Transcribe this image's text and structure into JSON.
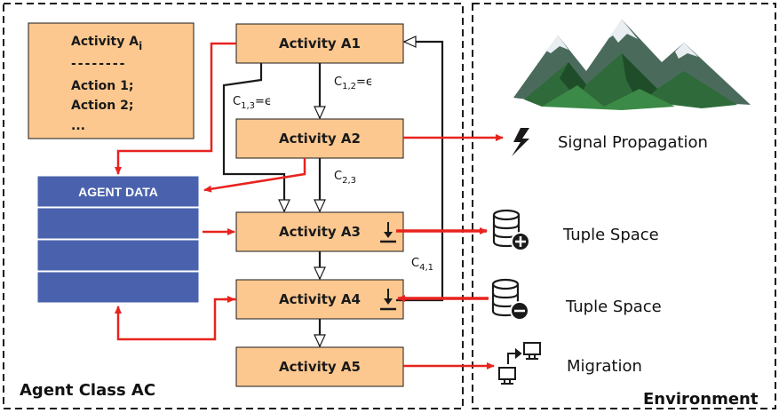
{
  "frames": {
    "agent_class": "Agent Class AC",
    "environment": "Environment"
  },
  "code_box": {
    "heading": "Activity A",
    "heading_sub": "i",
    "separator": "--------",
    "lines": [
      "Action 1;",
      "Action 2;",
      "..."
    ]
  },
  "agent_data": {
    "title": "AGENT DATA",
    "rows": 4
  },
  "activities": [
    "Activity A1",
    "Activity A2",
    "Activity A3",
    "Activity A4",
    "Activity A5"
  ],
  "conditions": {
    "c12": {
      "main": "C",
      "sub": "1,2",
      "suffix": "=ϵ"
    },
    "c13": {
      "main": "C",
      "sub": "1,3",
      "suffix": "=ϵ"
    },
    "c23": {
      "main": "C",
      "sub": "2,3",
      "suffix": ""
    },
    "c41": {
      "main": "C",
      "sub": "4,1",
      "suffix": ""
    }
  },
  "environment_items": {
    "signal": "Signal Propagation",
    "tuple_out": "Tuple Space",
    "tuple_in": "Tuple Space",
    "migration": "Migration"
  },
  "colors": {
    "activity_fill": "#fcc88f",
    "agent_data_fill": "#4a62ad",
    "arrow_red": "#e8231f",
    "line_dark": "#1a1a1a"
  },
  "icons": {
    "mountains": "mountain-landscape-icon",
    "signal": "lightning-bolt-icon",
    "tuple_out": "database-add-icon",
    "tuple_in": "database-remove-icon",
    "migration": "network-migration-icon",
    "out_op": "download-arrow-icon",
    "in_op": "download-arrow-icon"
  }
}
